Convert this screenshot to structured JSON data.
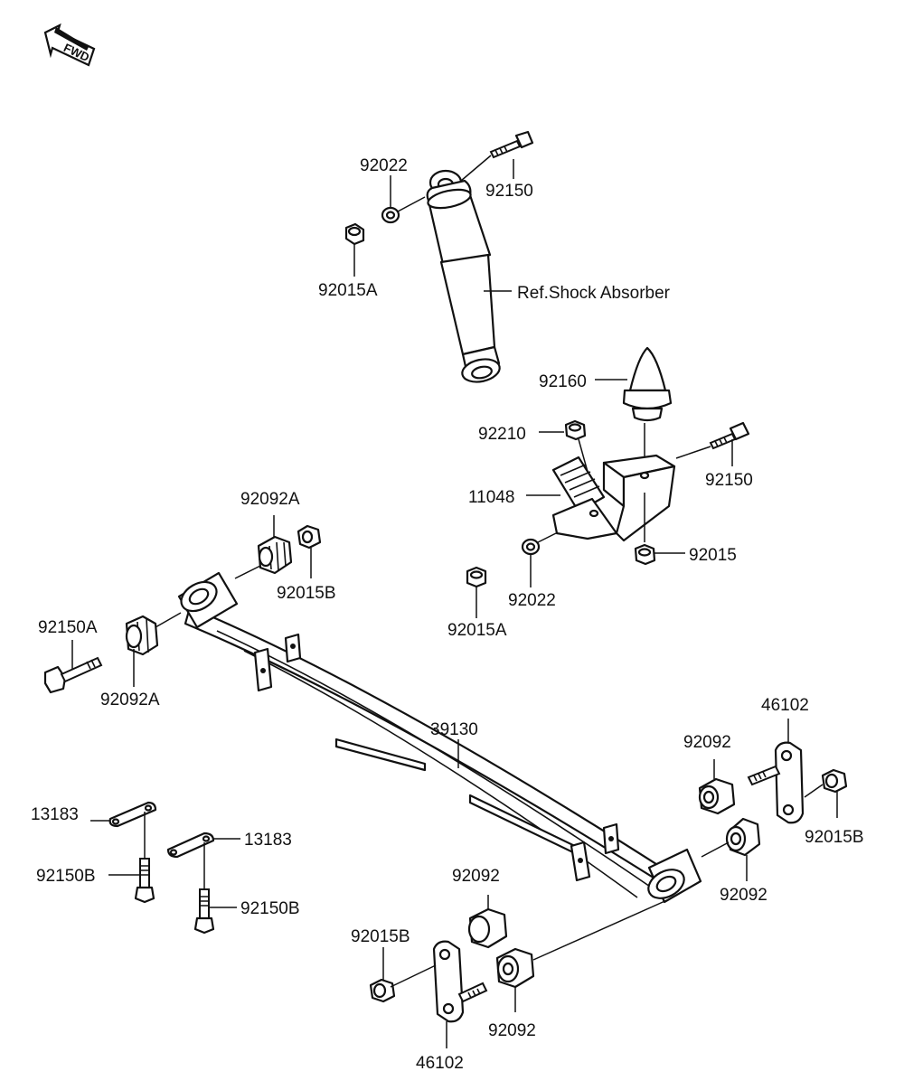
{
  "fwd_label": "FWD",
  "labels": {
    "p92022_top": "92022",
    "p92150_top": "92150",
    "p92015A_top": "92015A",
    "shock_ref": "Ref.Shock Absorber",
    "p92160": "92160",
    "p92210": "92210",
    "p92150_mid": "92150",
    "p11048": "11048",
    "p92015_mid": "92015",
    "p92022_mid": "92022",
    "p92015A_mid": "92015A",
    "p92092A_top": "92092A",
    "p92015B_left": "92015B",
    "p92150A": "92150A",
    "p92092A_left": "92092A",
    "p39130": "39130",
    "p46102_right": "46102",
    "p92092_right_top": "92092",
    "p92015B_right": "92015B",
    "p92092_right_bot": "92092",
    "p13183_left": "13183",
    "p92150B_left": "92150B",
    "p13183_mid": "13183",
    "p92150B_mid": "92150B",
    "p92092_bot_top": "92092",
    "p92015B_bot": "92015B",
    "p92092_bot": "92092",
    "p46102_bot": "46102"
  }
}
